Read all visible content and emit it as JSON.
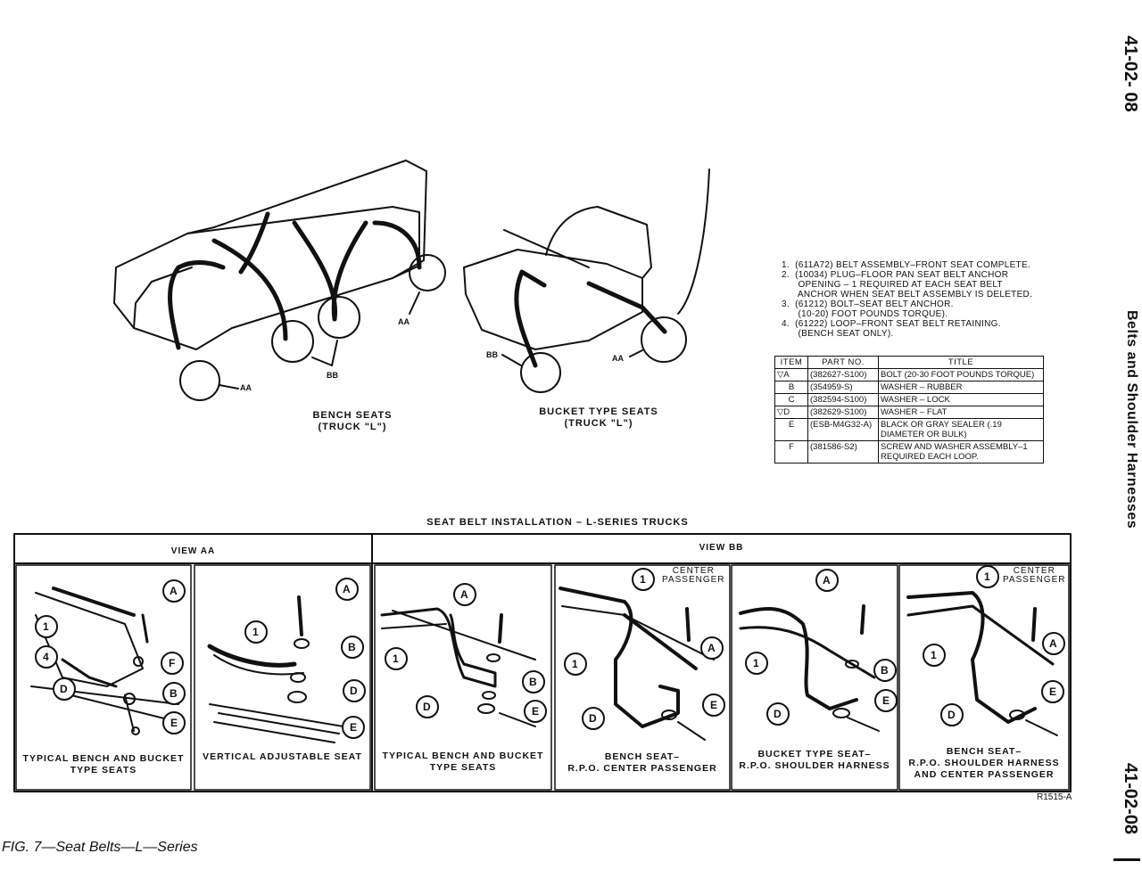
{
  "page_number_top": "41-02- 08",
  "page_number_bottom": "41-02-08",
  "section_title": "Belts and Shoulder Harnesses",
  "figure_caption": "FIG. 7—Seat Belts—L—Series",
  "figure_ref": "R1515-A",
  "top_views": {
    "bench": {
      "caption_line1": "BENCH SEATS",
      "caption_line2": "(TRUCK \"L\")",
      "callouts": [
        "AA",
        "AA",
        "BB"
      ]
    },
    "bucket": {
      "caption_line1": "BUCKET TYPE SEATS",
      "caption_line2": "(TRUCK \"L\")",
      "callouts": [
        "BB",
        "AA"
      ]
    }
  },
  "notes": [
    "1.  (611A72) BELT ASSEMBLY–FRONT SEAT COMPLETE.",
    "2.  (10034) PLUG–FLOOR PAN SEAT BELT ANCHOR",
    "      OPENING – 1 REQUIRED AT EACH SEAT BELT",
    "      ANCHOR WHEN SEAT BELT ASSEMBLY IS DELETED.",
    "3.  (61212) BOLT–SEAT BELT ANCHOR.",
    "      (10-20) FOOT POUNDS TORQUE).",
    "4.  (61222) LOOP–FRONT SEAT BELT RETAINING.",
    "      (BENCH SEAT ONLY)."
  ],
  "parts_table": {
    "headers": [
      "ITEM",
      "PART NO.",
      "TITLE"
    ],
    "rows": [
      {
        "item": "▽A",
        "part": "(382627-S100)",
        "title": "BOLT    (20-30 FOOT POUNDS TORQUE)"
      },
      {
        "item": "B",
        "part": "(354959-S)",
        "title": "WASHER – RUBBER"
      },
      {
        "item": "C",
        "part": "(382594-S100)",
        "title": "WASHER – LOCK"
      },
      {
        "item": "▽D",
        "part": "(382629-S100)",
        "title": "WASHER – FLAT"
      },
      {
        "item": "E",
        "part": "(ESB-M4G32-A)",
        "title": "BLACK OR GRAY SEALER (.19 DIAMETER OR BULK)"
      },
      {
        "item": "F",
        "part": "(381586-S2)",
        "title": "SCREW AND WASHER ASSEMBLY–1 REQUIRED EACH LOOP."
      }
    ]
  },
  "installation": {
    "title": "SEAT BELT INSTALLATION – L-SERIES TRUCKS",
    "view_aa_label": "VIEW AA",
    "view_bb_label": "VIEW BB",
    "center_passenger_label": "CENTER\nPASSENGER",
    "panels": [
      {
        "caption": "TYPICAL BENCH AND BUCKET\nTYPE SEATS",
        "callouts": [
          "1",
          "4",
          "A",
          "F",
          "B",
          "D",
          "E"
        ]
      },
      {
        "caption": "VERTICAL ADJUSTABLE SEAT",
        "callouts": [
          "1",
          "A",
          "B",
          "D",
          "E"
        ]
      },
      {
        "caption": "TYPICAL BENCH AND BUCKET\nTYPE SEATS",
        "callouts": [
          "A",
          "1",
          "B",
          "D",
          "E"
        ]
      },
      {
        "caption": "BENCH SEAT–\nR.P.O. CENTER PASSENGER",
        "callouts": [
          "1",
          "A",
          "1",
          "D",
          "E"
        ]
      },
      {
        "caption": "BUCKET TYPE SEAT–\nR.P.O. SHOULDER HARNESS",
        "callouts": [
          "A",
          "1",
          "B",
          "D",
          "E"
        ]
      },
      {
        "caption": "BENCH SEAT–\nR.P.O. SHOULDER HARNESS\nAND CENTER PASSENGER",
        "callouts": [
          "1",
          "A",
          "1",
          "D",
          "E"
        ]
      }
    ]
  }
}
